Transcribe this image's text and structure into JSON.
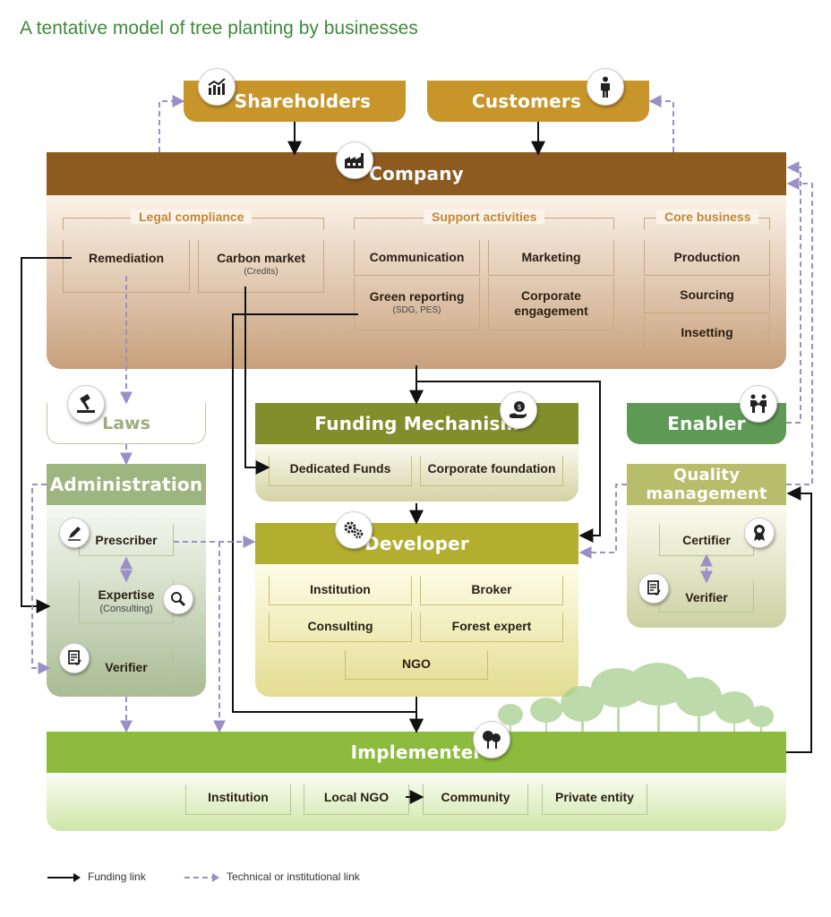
{
  "title": "A tentative model of tree planting by businesses",
  "shareholders": {
    "label": "Shareholders",
    "icon": "chart-icon"
  },
  "customers": {
    "label": "Customers",
    "icon": "person-icon"
  },
  "company": {
    "label": "Company",
    "icon": "factory-icon",
    "legal_compliance": {
      "label": "Legal compliance",
      "remediation": "Remediation",
      "carbon_market": "Carbon market",
      "carbon_market_sub": "(Credits)"
    },
    "support_activities": {
      "label": "Support activities",
      "communication": "Communication",
      "marketing": "Marketing",
      "green_reporting": "Green reporting",
      "green_reporting_sub": "(SDG, PES)",
      "corporate_engagement_1": "Corporate",
      "corporate_engagement_2": "engagement"
    },
    "core_business": {
      "label": "Core business",
      "production": "Production",
      "sourcing": "Sourcing",
      "insetting": "Insetting"
    }
  },
  "laws": {
    "label": "Laws",
    "icon": "gavel-icon"
  },
  "administration": {
    "label": "Administration",
    "prescriber": "Prescriber",
    "expertise": "Expertise",
    "expertise_sub": "(Consulting)",
    "verifier": "Verifier"
  },
  "funding_mechanism": {
    "label": "Funding Mechanism",
    "icon": "money-hand-icon",
    "dedicated_funds": "Dedicated Funds",
    "corporate_foundation": "Corporate foundation"
  },
  "developer": {
    "label": "Developer",
    "icon": "gears-icon",
    "institution": "Institution",
    "broker": "Broker",
    "consulting": "Consulting",
    "forest_expert": "Forest expert",
    "ngo": "NGO"
  },
  "enabler": {
    "label": "Enabler",
    "icon": "handshake-icon"
  },
  "quality_management": {
    "label": "Quality management",
    "certifier": "Certifier",
    "verifier": "Verifier"
  },
  "implementer": {
    "label": "Implementer",
    "icon": "trees-icon",
    "institution": "Institution",
    "local_ngo": "Local NGO",
    "community": "Community",
    "private_entity": "Private entity"
  },
  "legend": {
    "funding": "Funding link",
    "technical": "Technical or institutional link"
  },
  "colors": {
    "gold": "#c8952a",
    "company": "#8d5a1f",
    "funding": "#828e2c",
    "developer": "#b3ae2f",
    "enabler": "#5e9a55",
    "implementer": "#8cbb3d",
    "dashed_link": "#9b8fc8"
  }
}
